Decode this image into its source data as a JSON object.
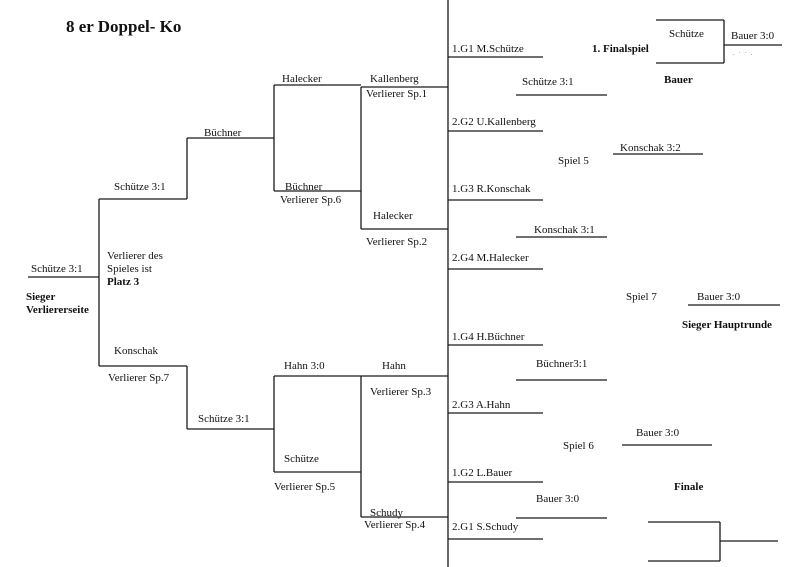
{
  "title": "8 er Doppel- Ko",
  "right_bracket": {
    "round1": [
      {
        "label": "1.G1  M.Schütze"
      },
      {
        "label": "2.G2  U.Kallenberg"
      },
      {
        "label": "1.G3   R.Konschak"
      },
      {
        "label": "2.G4   M.Halecker"
      },
      {
        "label": "1.G4   H.Büchner"
      },
      {
        "label": "2.G3   A.Hahn"
      },
      {
        "label": "1.G2   L.Bauer"
      },
      {
        "label": "2.G1   S.Schudy"
      }
    ],
    "round2": [
      "Schütze 3:1",
      "Konschak 3:1",
      "Büchner3:1",
      "Bauer 3:0"
    ],
    "round3": [
      "Konschak 3:2",
      "Bauer 3:0"
    ],
    "spiel_labels": [
      "Spiel 5",
      "Spiel 6",
      "Spiel 7"
    ],
    "round4_result": "Bauer 3:0",
    "winner_label": "Sieger Hauptrunde",
    "finale_label": "Finale",
    "final_game": {
      "label": "1. Finalspiel",
      "player1": "Schütze",
      "player2": "Bauer",
      "result": "Bauer 3:0"
    }
  },
  "left_bracket": {
    "round1": [
      {
        "winner": "Kallenberg",
        "source": "Verlierer Sp.1"
      },
      {
        "winner": "Halecker",
        "source": "Verlierer Sp.2"
      },
      {
        "winner": "Hahn",
        "source": "Verlierer Sp.3"
      },
      {
        "winner": "Schudy",
        "source": "Verlierer Sp.4"
      }
    ],
    "round2": [
      {
        "top": "Halecker",
        "bottom": "Büchner",
        "source": "Verlierer Sp.6"
      },
      {
        "top": "Hahn 3:0",
        "bottom": "Schütze",
        "source": "Verlierer Sp.5"
      }
    ],
    "round3": [
      "Büchner",
      "Schütze 3:1"
    ],
    "round4": {
      "top": "Schütze 3:1",
      "bottom": "Konschak",
      "source": "Verlierer Sp.7",
      "note": [
        "Verlierer des",
        "Spieles ist",
        "Platz 3"
      ]
    },
    "final_result": "Schütze 3:1",
    "winner_label": [
      "Sieger",
      "Verliererseite"
    ]
  }
}
